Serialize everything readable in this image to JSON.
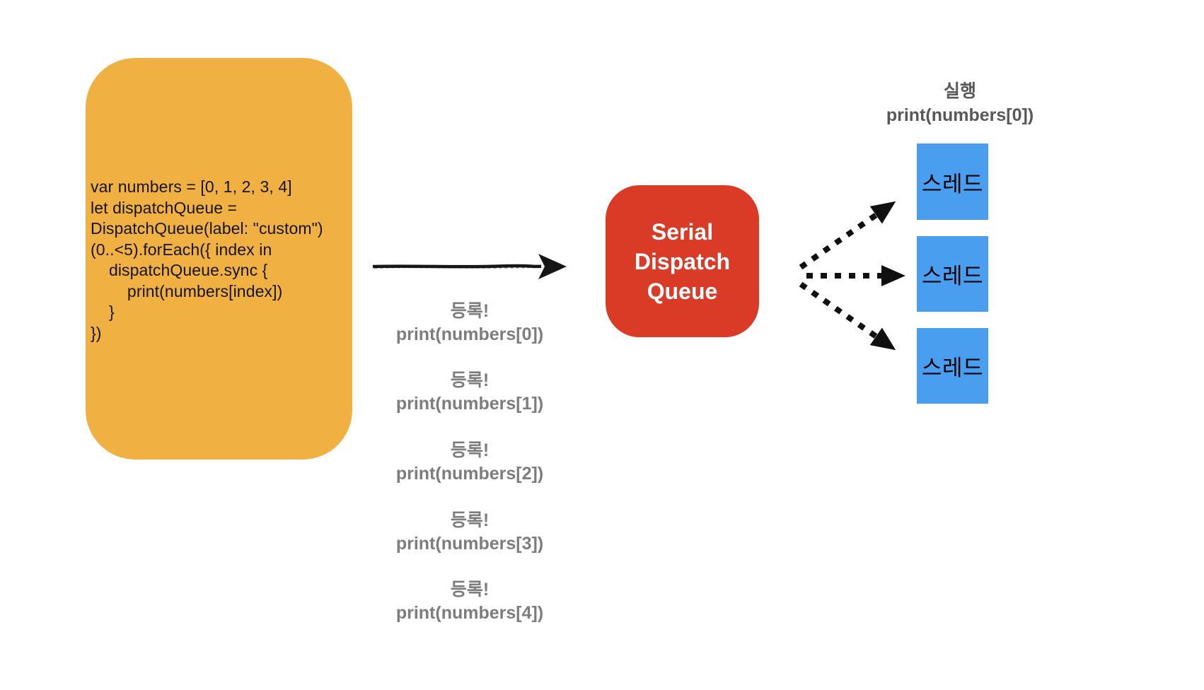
{
  "colors": {
    "code_box_bg": "#F1B042",
    "queue_box_bg": "#D93B27",
    "thread_box_bg": "#4A9EF0",
    "code_text": "#141414",
    "register_label_text": "#7D7D7D",
    "execute_label_text": "#58585A",
    "arrow": "#101010",
    "queue_text": "#FFFFFF",
    "thread_text": "#000000"
  },
  "code_block": {
    "code": "var numbers = [0, 1, 2, 3, 4]\nlet dispatchQueue =\nDispatchQueue(label: \"custom\")\n(0..<5).forEach({ index in\n    dispatchQueue.sync {\n        print(numbers[index])\n    }\n})"
  },
  "register_list": [
    {
      "label": "등록!",
      "code": "print(numbers[0])"
    },
    {
      "label": "등록!",
      "code": "print(numbers[1])"
    },
    {
      "label": "등록!",
      "code": "print(numbers[2])"
    },
    {
      "label": "등록!",
      "code": "print(numbers[3])"
    },
    {
      "label": "등록!",
      "code": "print(numbers[4])"
    }
  ],
  "queue_box": {
    "label": "Serial\nDispatch\nQueue"
  },
  "execute_label": {
    "title": "실행",
    "code": "print(numbers[0])"
  },
  "threads": [
    {
      "label": "스레드"
    },
    {
      "label": "스레드"
    },
    {
      "label": "스레드"
    }
  ]
}
